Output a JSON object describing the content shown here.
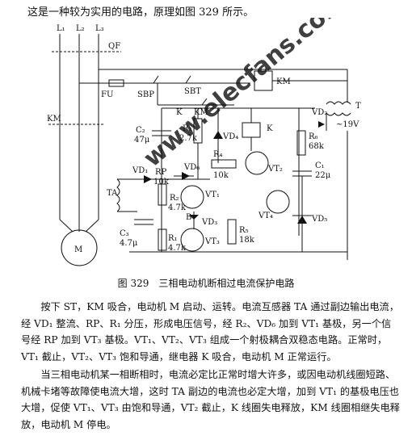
{
  "intro": "这是一种较为实用的电路，原理如图 329 所示。",
  "caption": "图 329　三相电动机断相过电流保护电路",
  "paragraphs": [
    "按下 ST，KM 吸合，电动机 M 启动、运转。电流互感器 TA 通过副边输出电流，经 VD₁ 整流、RP、R₁ 分压，形成电压信号，经 R₂、VD₆ 加到 VT₁ 基极，另一个信号经 RP 加到 VT₃ 基极。VT₁、VT₂、VT₃ 组成一个射极耦合双稳态电路。正常时，VT₁ 截止，VT₂、VT₃ 饱和导通，继电器 K 吸合，电动机 M 正常运行。",
    "当三相电动机某一相断相时，电流必定比正常时增大许多，或因电动机线圈短路、机械卡堵等故障使电流大增，这时 TA 副边的电流也必定大增，加到 VT₁ 的基极电压也大增，促使 VT₁、VT₃ 由饱和导通，VT₂ 截止，K 线圈失电释放，KM 线圈相继失电释放，电动机 M 停电。"
  ],
  "watermark": "www.elecfans.com",
  "labels": {
    "l1": "L₁",
    "l2": "L₂",
    "l3": "L₃",
    "qf": "QF",
    "fu": "FU",
    "sbp": "SBP",
    "sbt": "SBT",
    "km_coil": "KM",
    "k_contact": "K",
    "km_contact": "KM",
    "km_main": "KM",
    "motor": "M",
    "vd2": "VD₂",
    "t": "T",
    "v19": "~19V",
    "c2": "C₂",
    "c2v": "47μ",
    "r3": "R₃",
    "r3v": "2.7k",
    "vd4": "VD₄",
    "k_relay": "K",
    "r6": "R₆",
    "r6v": "68k",
    "r4": "R₄",
    "r4v": "10k",
    "vt2": "VT₂",
    "c1": "C₁",
    "c1v": "22μ",
    "vd1": "VD₁",
    "rp": "RP",
    "rpv": "10k",
    "vd6": "VD₆",
    "vt1": "VT₁",
    "ta": "TA",
    "r2": "R₂",
    "r2v": "4.7k",
    "b": "B",
    "vd3": "VD₃",
    "vt3": "VT₃",
    "r5": "R₅",
    "r5v": "18k",
    "vt4": "VT₄",
    "vd5": "VD₅",
    "c3": "C₃",
    "c3v": "4.7μ",
    "r1": "R₁",
    "r1v": "4.7k"
  }
}
